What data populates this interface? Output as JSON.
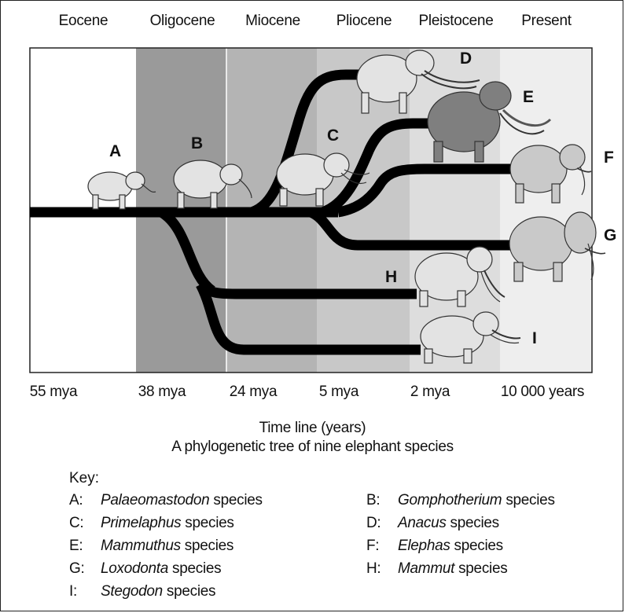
{
  "epochs": [
    "Eocene",
    "Oligocene",
    "Miocene",
    "Pliocene",
    "Pleistocene",
    "Present"
  ],
  "timeline": [
    "55 mya",
    "38 mya",
    "24 mya",
    "5 mya",
    "2 mya",
    "10 000 years"
  ],
  "axis_title": "Time line (years)",
  "caption": "A phylogenetic tree of nine elephant species",
  "species_labels": [
    "A",
    "B",
    "C",
    "D",
    "E",
    "F",
    "G",
    "H",
    "I"
  ],
  "key": {
    "title": "Key:",
    "items": [
      {
        "letter": "A:",
        "genus": "Palaeomastodon",
        "suffix": " species"
      },
      {
        "letter": "B:",
        "genus": "Gomphotherium",
        "suffix": " species"
      },
      {
        "letter": "C:",
        "genus": "Primelaphus",
        "suffix": " species"
      },
      {
        "letter": "D:",
        "genus": "Anacus",
        "suffix": " species"
      },
      {
        "letter": "E:",
        "genus": "Mammuthus",
        "suffix": " species"
      },
      {
        "letter": "F:",
        "genus": "Elephas",
        "suffix": " species"
      },
      {
        "letter": "G:",
        "genus": "Loxodonta",
        "suffix": " species"
      },
      {
        "letter": "H:",
        "genus": "Mammut",
        "suffix": " species"
      },
      {
        "letter": "I:",
        "genus": "Stegodon",
        "suffix": " species"
      }
    ]
  },
  "colors": {
    "eocene": "#ffffff",
    "oligocene": "#9a9a9a",
    "miocene": "#b4b4b4",
    "pliocene": "#c8c8c8",
    "pleistocene": "#dddddd",
    "present": "#eeeeee",
    "branch": "#000000",
    "elephant_light": "#e3e3e3",
    "elephant_mid": "#c9c9c9",
    "mammoth": "#7f7f7f"
  }
}
